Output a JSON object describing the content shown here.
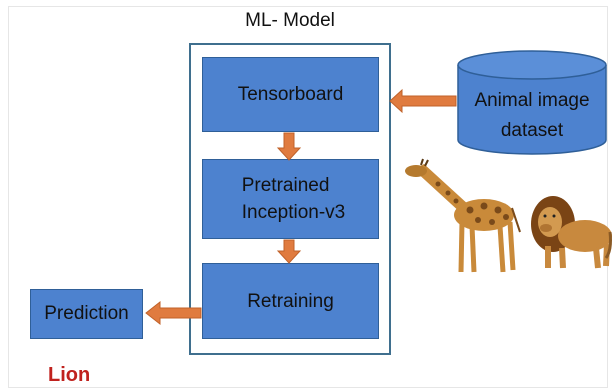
{
  "diagram": {
    "title": "ML- Model",
    "stages": [
      {
        "label": "Tensorboard"
      },
      {
        "label_lines": [
          "Pretrained",
          "Inception-v3"
        ]
      },
      {
        "label": "Retraining"
      }
    ],
    "dataset": {
      "lines": [
        "Animal image",
        "dataset"
      ]
    },
    "prediction_label": "Prediction",
    "result": "Lion",
    "animals": [
      "giraffe-image",
      "lion-image"
    ],
    "colors": {
      "box_fill": "#4d82cf",
      "box_border": "#2f5f98",
      "container_border": "#3f6f8e",
      "arrow": "#e07b3f",
      "result_text": "#c0221e"
    }
  }
}
